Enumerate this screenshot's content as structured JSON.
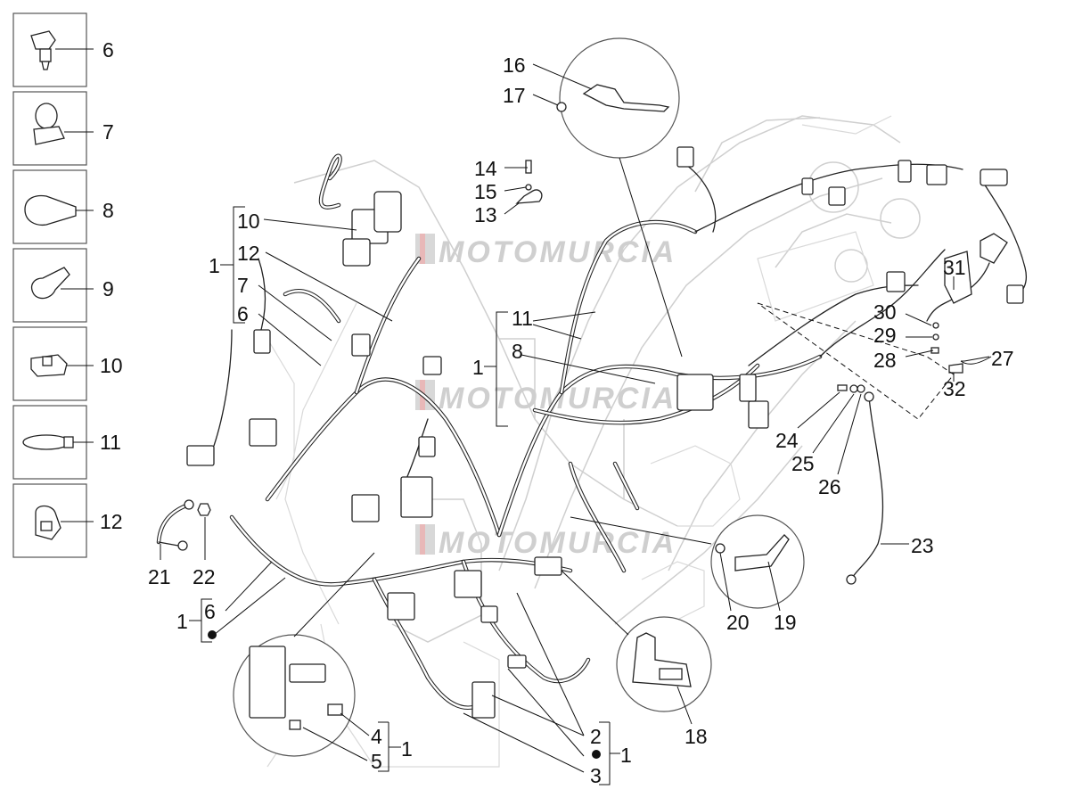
{
  "watermark": {
    "text": "MOTOMURCIA"
  },
  "sidebar": {
    "items": [
      {
        "label": "6",
        "icon": "cable-clamp-clip-icon"
      },
      {
        "label": "7",
        "icon": "cable-strap-clamp-icon"
      },
      {
        "label": "8",
        "icon": "rubber-boot-cap-icon"
      },
      {
        "label": "9",
        "icon": "angled-boot-icon"
      },
      {
        "label": "10",
        "icon": "connector-clip-icon"
      },
      {
        "label": "11",
        "icon": "cable-tie-icon"
      },
      {
        "label": "12",
        "icon": "cable-guide-clip-icon"
      }
    ]
  },
  "callouts": {
    "n1": "1",
    "n2": "2",
    "n3": "3",
    "n4": "4",
    "n5": "5",
    "n6": "6",
    "n7": "7",
    "n8": "8",
    "n10": "10",
    "n11": "11",
    "n12": "12",
    "n13": "13",
    "n14": "14",
    "n15": "15",
    "n16": "16",
    "n17": "17",
    "n18": "18",
    "n19": "19",
    "n20": "20",
    "n21": "21",
    "n22": "22",
    "n23": "23",
    "n24": "24",
    "n25": "25",
    "n26": "26",
    "n27": "27",
    "n28": "28",
    "n29": "29",
    "n30": "30",
    "n31": "31",
    "n32": "32"
  }
}
